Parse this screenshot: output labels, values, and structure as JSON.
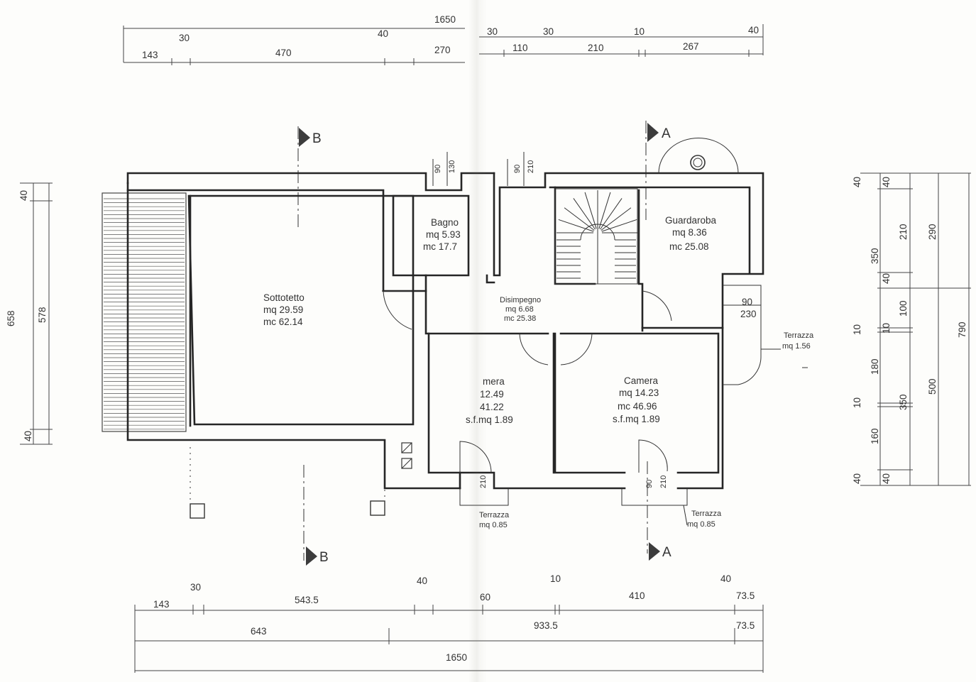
{
  "dimensions": {
    "top_total": "1650",
    "top_mid_left": [
      "30",
      "40"
    ],
    "top_low_left": [
      "143",
      "470",
      "270"
    ],
    "top_mid_right": [
      "30",
      "30",
      "10",
      "40"
    ],
    "top_low_right": [
      "110",
      "210",
      "267"
    ],
    "left": [
      "40",
      "658",
      "578",
      "40"
    ],
    "right_inner": [
      "40",
      "210",
      "40",
      "100",
      "10",
      "180",
      "10",
      "160",
      "40"
    ],
    "right_mid": [
      "40",
      "350",
      "10",
      "350",
      "40"
    ],
    "right_outer": [
      "290",
      "500",
      "790"
    ],
    "bottom_row1": [
      "30",
      "40",
      "10",
      "40"
    ],
    "bottom_row2": [
      "143",
      "543.5",
      "60",
      "410",
      "73.5"
    ],
    "bottom_row3": [
      "643",
      "933.5",
      "73.5"
    ],
    "bottom_total": "1650",
    "openings": [
      "90",
      "130",
      "90",
      "210",
      "90",
      "230",
      "210",
      "90",
      "210"
    ]
  },
  "rooms": {
    "sottotetto": {
      "name": "Sottotetto",
      "area": "mq 29.59",
      "volume": "mc 62.14"
    },
    "bagno": {
      "name": "Bagno",
      "area": "mq 5.93",
      "volume": "mc 17.7"
    },
    "guardaroba": {
      "name": "Guardaroba",
      "area": "mq 8.36",
      "volume": "mc 25.08"
    },
    "disimpegno": {
      "name": "Disimpegno",
      "area": "mq 6.68",
      "volume": "mc 25.38"
    },
    "camera_left": {
      "name": "mera",
      "area": "12.49",
      "volume": "41.22",
      "sf": "s.f.mq 1.89"
    },
    "camera_right": {
      "name": "Camera",
      "area": "mq 14.23",
      "volume": "mc 46.96",
      "sf": "s.f.mq 1.89"
    }
  },
  "terraces": {
    "east": {
      "name": "Terrazza",
      "area": "mq 1.56"
    },
    "south_left": {
      "name": "Terrazza",
      "area": "mq 0.85"
    },
    "south_right": {
      "name": "Terrazza",
      "area": "mq 0.85"
    }
  },
  "sections": {
    "a": "A",
    "b": "B"
  }
}
